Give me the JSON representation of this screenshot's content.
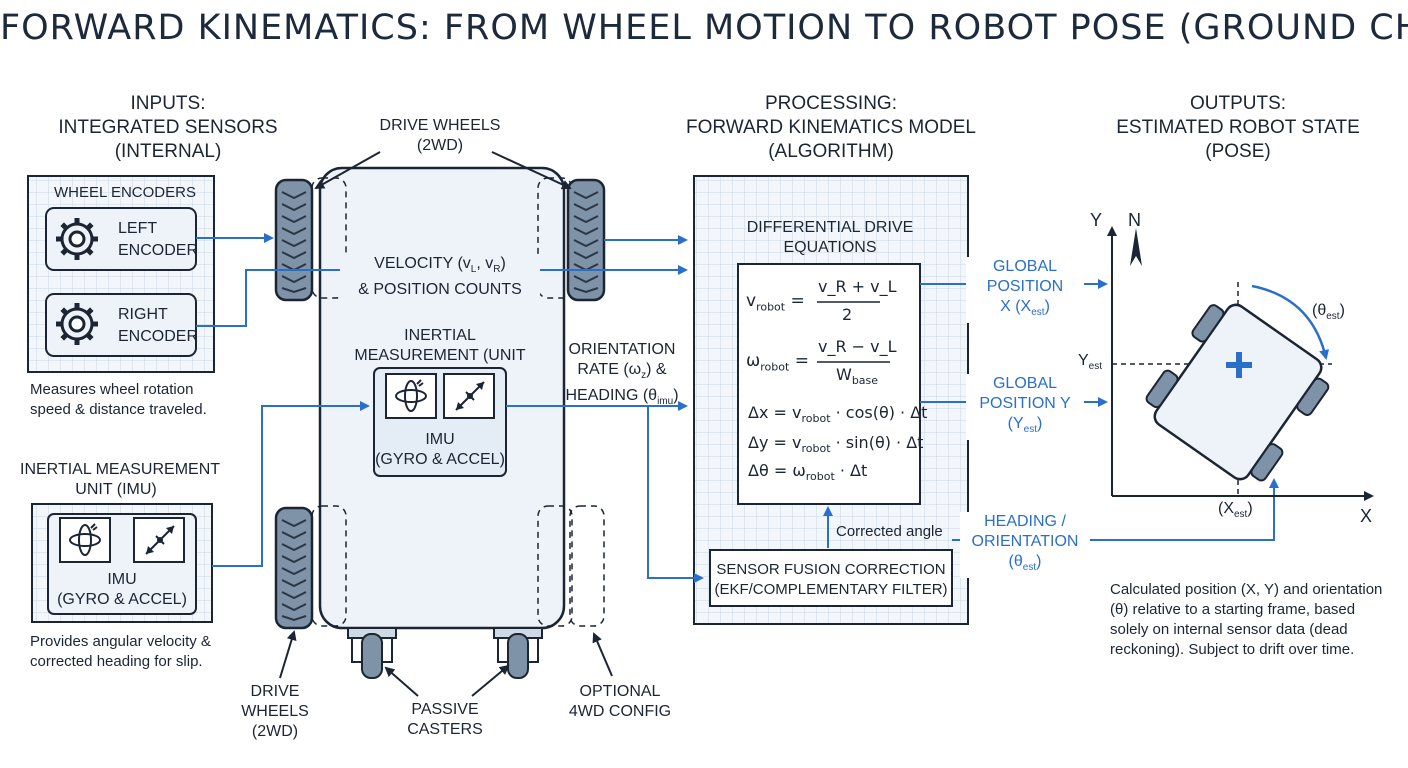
{
  "title": "FORWARD KINEMATICS: FROM WHEEL MOTION TO ROBOT POSE (GROUND CHASSIS)",
  "inputs": {
    "header": [
      "INPUTS:",
      "INTEGRATED SENSORS",
      "(INTERNAL)"
    ],
    "wheel_encoders": {
      "title": "WHEEL ENCODERS",
      "left": [
        "LEFT",
        "ENCODER"
      ],
      "right": [
        "RIGHT",
        "ENCODER"
      ],
      "caption": [
        "Measures wheel rotation",
        "speed & distance traveled."
      ]
    },
    "imu": {
      "title": [
        "INERTIAL MEASUREMENT",
        "UNIT (IMU)"
      ],
      "label": [
        "IMU",
        "(GYRO & ACCEL)"
      ],
      "caption": [
        "Provides angular velocity &",
        "corrected heading for slip."
      ]
    }
  },
  "chassis": {
    "drive_wheels_top": [
      "DRIVE WHEELS",
      "(2WD)"
    ],
    "drive_wheels_bottom": [
      "DRIVE",
      "WHEELS",
      "(2WD)"
    ],
    "passive_casters": [
      "PASSIVE",
      "CASTERS"
    ],
    "optional_4wd": [
      "OPTIONAL",
      "4WD CONFIG"
    ],
    "velocity_label": [
      "VELOCITY (v",
      "L",
      ", v",
      "R",
      ")",
      "& POSITION COUNTS"
    ],
    "imu_title": [
      "INERTIAL",
      "MEASUREMENT (UNIT"
    ],
    "imu_label": [
      "IMU",
      "(GYRO & ACCEL)"
    ],
    "orientation_label": [
      "ORIENTATION",
      "RATE (ω",
      "z",
      ") &",
      "HEADING (θ",
      "imu",
      ")"
    ]
  },
  "processing": {
    "header": [
      "PROCESSING:",
      "FORWARD KINEMATICS MODEL",
      "(ALGORITHM)"
    ],
    "equations_title": [
      "DIFFERENTIAL DRIVE",
      "EQUATIONS"
    ],
    "eq_v": {
      "lhs": "v",
      "lhs_sub": "robot",
      "num": "v_R + v_L",
      "den": "2"
    },
    "eq_w": {
      "lhs": "ω",
      "lhs_sub": "robot",
      "num": "v_R − v_L",
      "den": "W",
      "den_sub": "base"
    },
    "eq_dx": [
      "Δx = v",
      "robot",
      " · cos(θ) · Δt"
    ],
    "eq_dy": [
      "Δy = v",
      "robot",
      " · sin(θ) · Δt"
    ],
    "eq_dtheta": [
      "Δθ = ω",
      "robot",
      " · Δt"
    ],
    "corrected_angle": "Corrected angle",
    "fusion": [
      "SENSOR FUSION CORRECTION",
      "(EKF/COMPLEMENTARY FILTER)"
    ]
  },
  "outputs": {
    "header": [
      "OUTPUTS:",
      "ESTIMATED ROBOT STATE",
      "(POSE)"
    ],
    "global_x": [
      "GLOBAL",
      "POSITION",
      "X (X",
      "est",
      ")"
    ],
    "global_y": [
      "GLOBAL",
      "POSITION Y",
      "(Y",
      "est",
      ")"
    ],
    "heading": [
      "HEADING /",
      "ORIENTATION",
      "(θ",
      "est",
      ")"
    ],
    "axis_y": "Y",
    "axis_n": "N",
    "axis_x": "X",
    "y_est": [
      "Y",
      "est"
    ],
    "x_est": [
      "(X",
      "est",
      ")"
    ],
    "theta_est": [
      "(θ",
      "est",
      ")"
    ],
    "caption": [
      "Calculated position (X, Y) and orientation",
      "(θ) relative to a starting frame, based",
      "solely on internal sensor data (dead",
      "reckoning). Subject to drift over time."
    ]
  },
  "colors": {
    "accent": "#2a6fc9",
    "ink": "#1c2533",
    "panel_fill": "#eef3f9",
    "grid": "#c9d6e6",
    "wheel": "#7f93a8"
  }
}
